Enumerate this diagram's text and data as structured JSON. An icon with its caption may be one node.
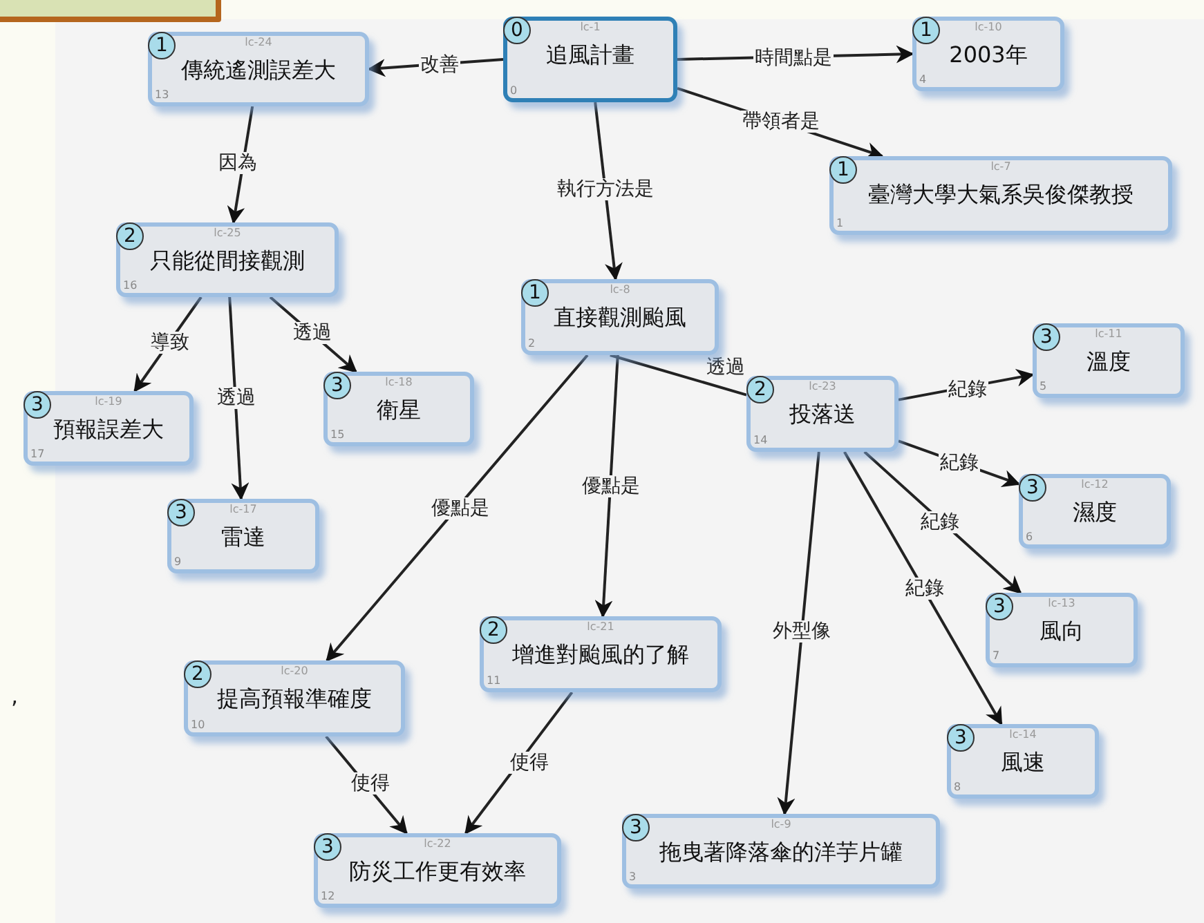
{
  "diagram": {
    "nodes": [
      {
        "text": [
          "0",
          "lc-1",
          "追風計畫",
          "0"
        ]
      },
      {
        "text": [
          "1",
          "lc-24",
          "傳統遙測誤差大",
          "13"
        ]
      },
      {
        "text": [
          "1",
          "lc-10",
          "2003年",
          "4"
        ]
      },
      {
        "text": [
          "1",
          "lc-7",
          "臺灣大學大氣系吳俊傑教授",
          "1"
        ]
      },
      {
        "text": [
          "2",
          "lc-25",
          "只能從間接觀測",
          "16"
        ]
      },
      {
        "text": [
          "1",
          "lc-8",
          "直接觀測颱風",
          "2"
        ]
      },
      {
        "text": [
          "2",
          "lc-23",
          "投落送",
          "14"
        ]
      },
      {
        "text": [
          "3",
          "lc-11",
          "溫度",
          "5"
        ]
      },
      {
        "text": [
          "3",
          "lc-19",
          "預報誤差大",
          "17"
        ]
      },
      {
        "text": [
          "3",
          "lc-18",
          "衛星",
          "15"
        ]
      },
      {
        "text": [
          "3",
          "lc-12",
          "濕度",
          "6"
        ]
      },
      {
        "text": [
          "3",
          "lc-17",
          "雷達",
          "9"
        ]
      },
      {
        "text": [
          "3",
          "lc-13",
          "風向",
          "7"
        ]
      },
      {
        "text": [
          "2",
          "lc-21",
          "增進對颱風的了解",
          "11"
        ]
      },
      {
        "text": [
          "2",
          "lc-20",
          "提高預報準確度",
          "10"
        ]
      },
      {
        "text": [
          "3",
          "lc-14",
          "風速",
          "8"
        ]
      },
      {
        "text": [
          "3",
          "lc-9",
          "拖曳著降落傘的洋芋片罐",
          "3"
        ]
      },
      {
        "text": [
          "3",
          "lc-22",
          "防災工作更有效率",
          "12"
        ]
      }
    ],
    "edges": [
      {
        "from": 0,
        "to": 1,
        "arrow": "to",
        "label": "改善"
      },
      {
        "from": 0,
        "to": 2,
        "arrow": "to",
        "label": "時間點是"
      },
      {
        "from": 0,
        "to": 3,
        "arrow": "to",
        "label": "帶領者是"
      },
      {
        "from": 0,
        "to": 5,
        "arrow": "to",
        "label": "執行方法是"
      },
      {
        "from": 1,
        "to": 4,
        "arrow": "to",
        "label": "因為"
      },
      {
        "from": 4,
        "to": 8,
        "arrow": "to",
        "label": "導致"
      },
      {
        "from": 4,
        "to": 11,
        "arrow": "to",
        "label": "透過"
      },
      {
        "from": 4,
        "to": 9,
        "arrow": "to",
        "label": "透過"
      },
      {
        "from": 5,
        "to": 6,
        "arrow": "none",
        "label": "透過"
      },
      {
        "from": 5,
        "to": 14,
        "arrow": "to",
        "label": "優點是"
      },
      {
        "from": 5,
        "to": 13,
        "arrow": "to",
        "label": "優點是"
      },
      {
        "from": 6,
        "to": 7,
        "arrow": "to",
        "label": "紀錄"
      },
      {
        "from": 6,
        "to": 10,
        "arrow": "to",
        "label": "紀錄"
      },
      {
        "from": 6,
        "to": 12,
        "arrow": "to",
        "label": "紀錄"
      },
      {
        "from": 6,
        "to": 15,
        "arrow": "to",
        "label": "紀錄"
      },
      {
        "from": 6,
        "to": 16,
        "arrow": "to",
        "label": "外型像"
      },
      {
        "from": 14,
        "to": 17,
        "arrow": "to",
        "label": "使得"
      },
      {
        "from": 13,
        "to": 17,
        "arrow": "to",
        "label": "使得"
      }
    ],
    "labels": [
      ","
    ]
  }
}
